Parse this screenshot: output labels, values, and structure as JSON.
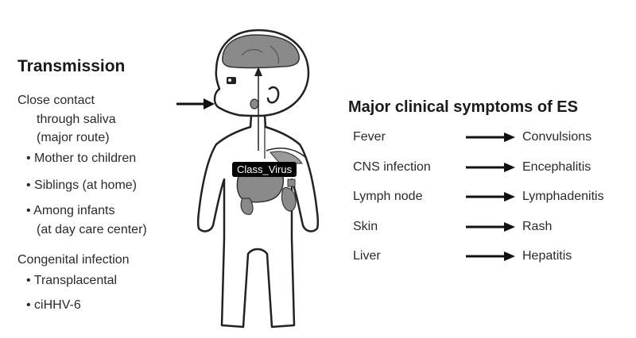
{
  "transmission": {
    "title": "Transmission",
    "lines": [
      "Close contact",
      "through saliva",
      "(major route)",
      "• Mother to children",
      "• Siblings (at home)",
      "• Among infants",
      "(at day care center)",
      "Congenital infection",
      "• Transplacental",
      "• ciHHV-6"
    ]
  },
  "symptoms": {
    "title": "Major clinical symptoms of ES",
    "rows": [
      {
        "site": "Fever",
        "outcome": "Convulsions"
      },
      {
        "site": "CNS infection",
        "outcome": "Encephalitis"
      },
      {
        "site": "Lymph node",
        "outcome": "Lymphadenitis"
      },
      {
        "site": "Skin",
        "outcome": "Rash"
      },
      {
        "site": "Liver",
        "outcome": "Hepatitis"
      }
    ]
  },
  "figure": {
    "label": "Class_Virus",
    "stroke_color": "#222222",
    "organ_color": "#8a8a8a"
  }
}
